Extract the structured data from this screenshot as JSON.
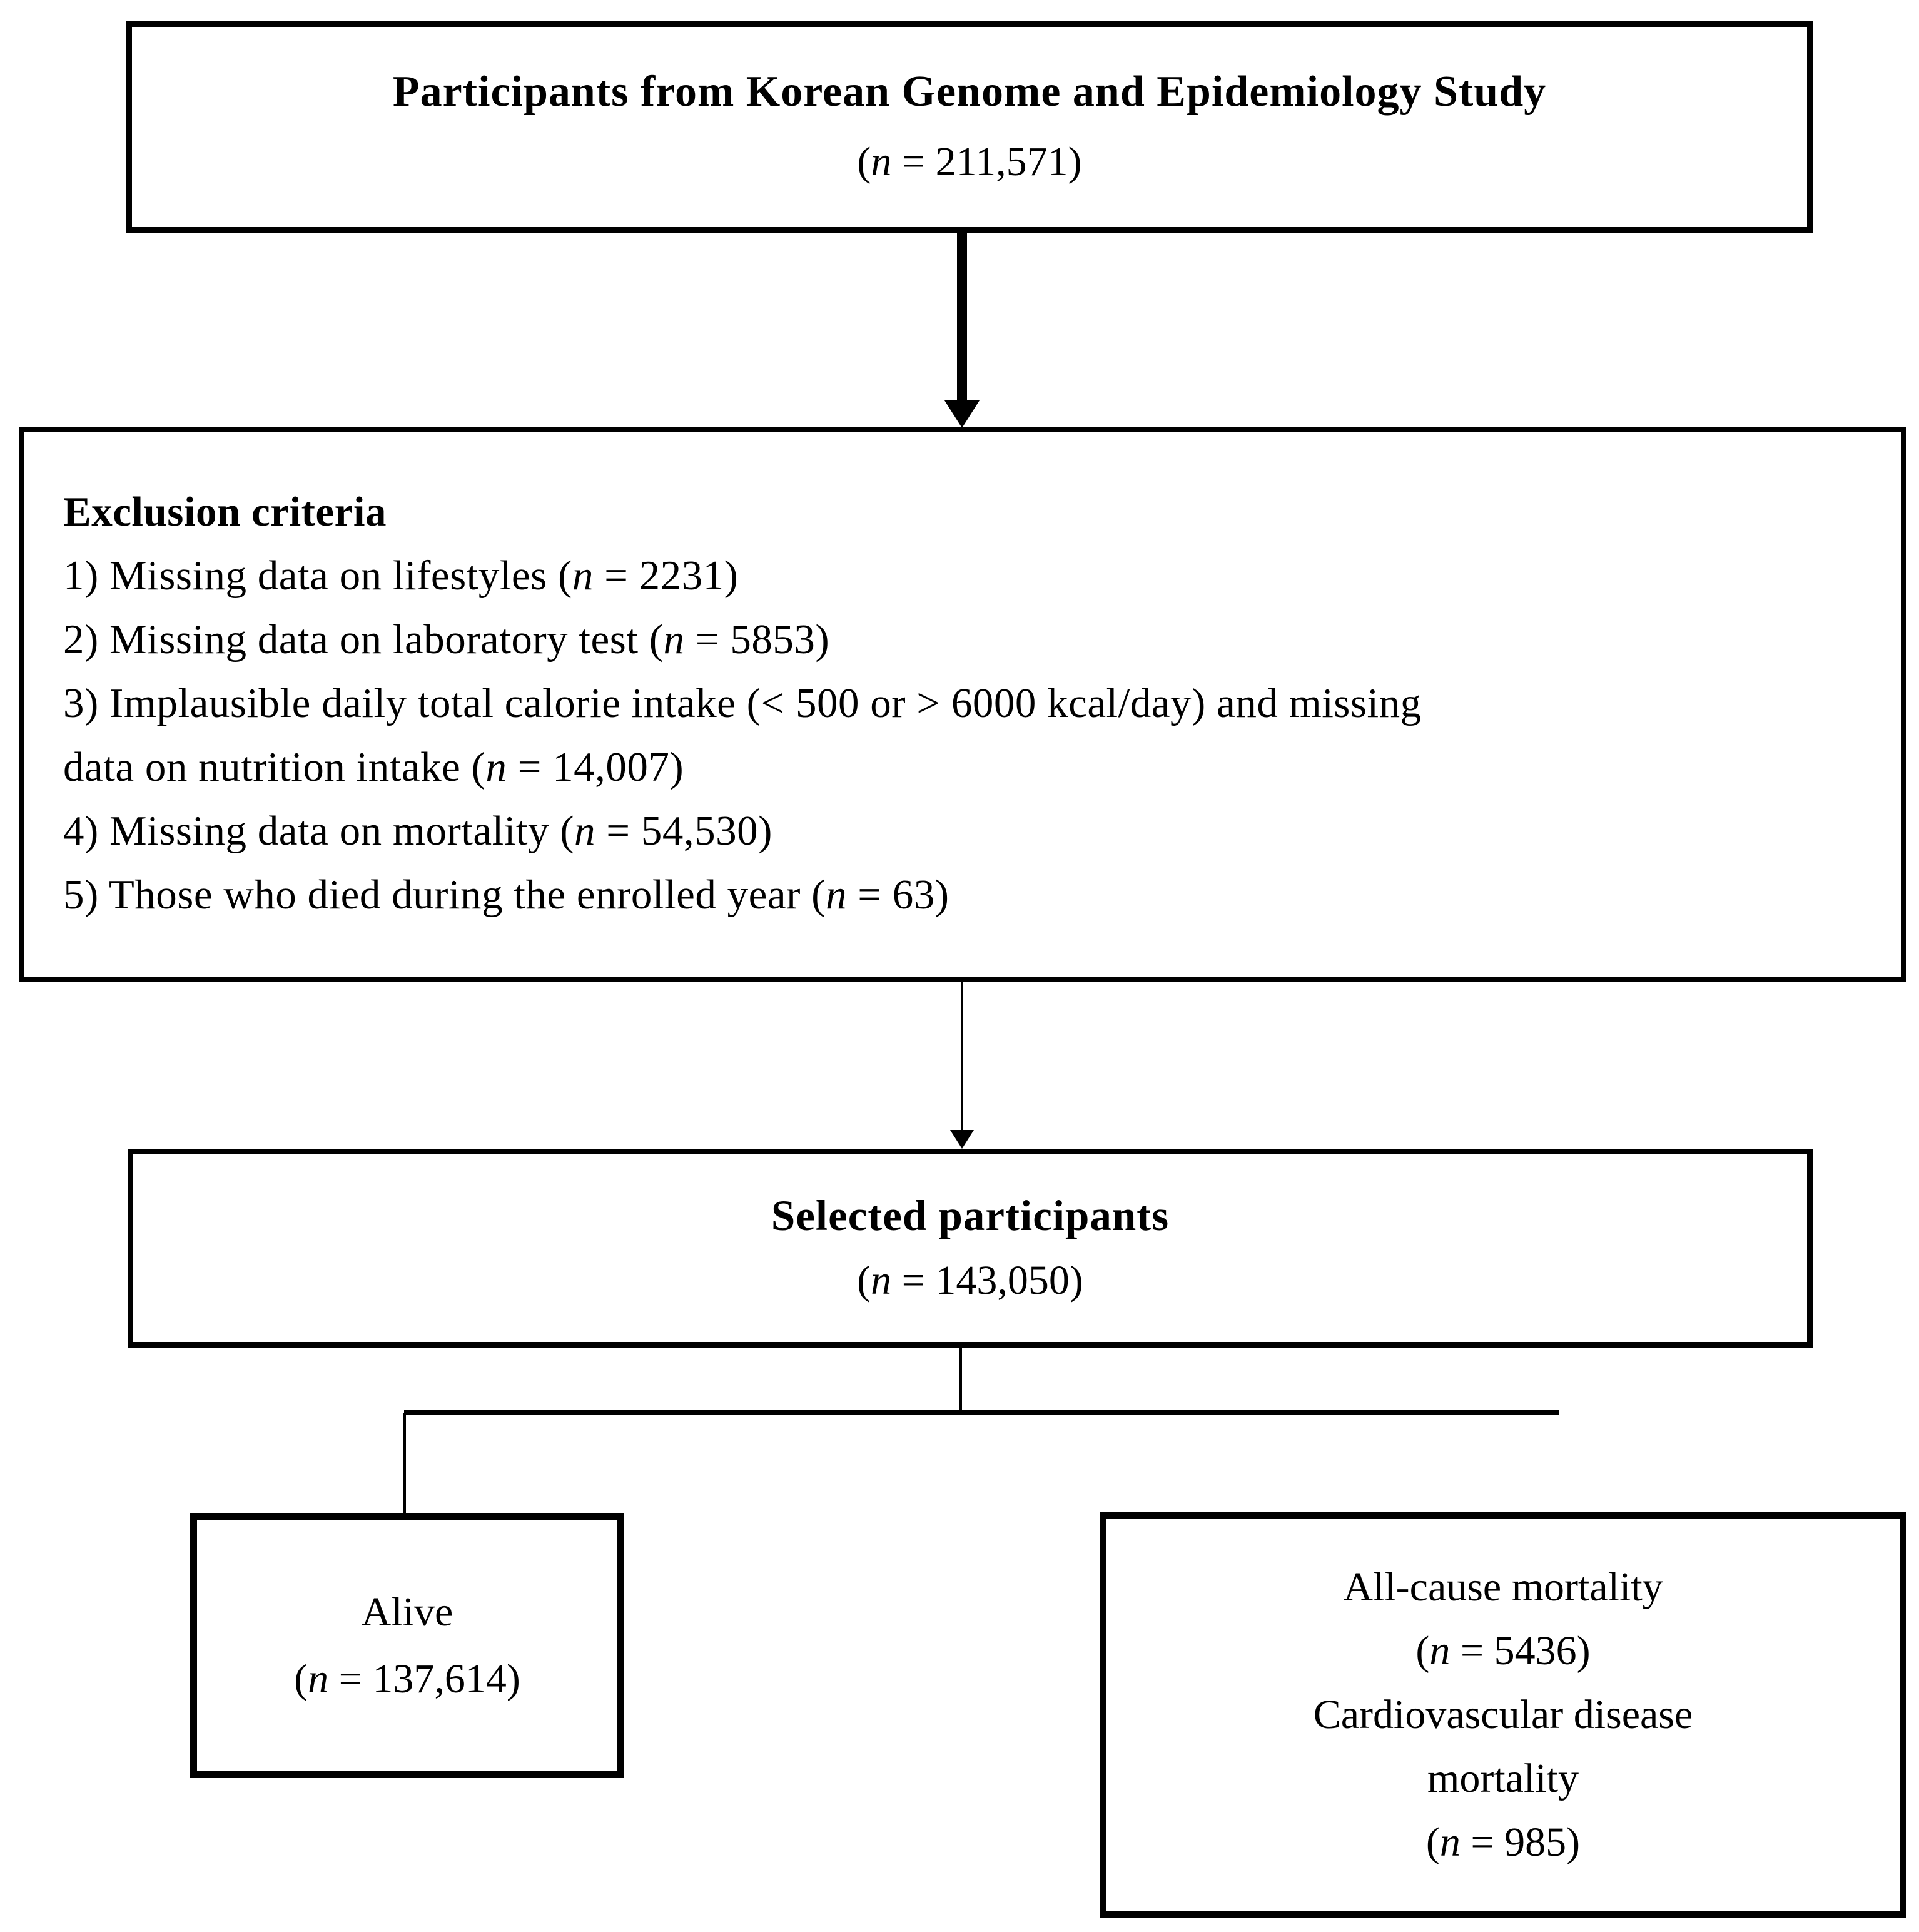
{
  "figure": {
    "top_box": {
      "title": "Participants from Korean Genome and Epidemiology Study",
      "n_line": "(n = 211,571)"
    },
    "exclusion_box": {
      "heading": "Exclusion criteria",
      "lines": [
        "1) Missing data on lifestyles (n = 2231)",
        "2) Missing data on laboratory test (n = 5853)",
        "3) Implausible daily total calorie intake (< 500 or > 6000 kcal/day) and missing",
        "data on nutrition intake (n = 14,007)",
        "4) Missing data on mortality (n = 54,530)",
        "5) Those who died during the enrolled year (n = 63)"
      ]
    },
    "selected_box": {
      "title": "Selected participants",
      "n_line": "(n = 143,050)"
    },
    "alive_box": {
      "line1": "Alive",
      "line2": "(n = 137,614)"
    },
    "mortality_box": {
      "line1": "All-cause mortality",
      "line2": "(n = 5436)",
      "line3": "Cardiovascular disease",
      "line4": "mortality",
      "line5": "(n = 985)"
    }
  },
  "colors": {
    "background": "#ffffff",
    "line": "#000000",
    "text": "#000000"
  }
}
